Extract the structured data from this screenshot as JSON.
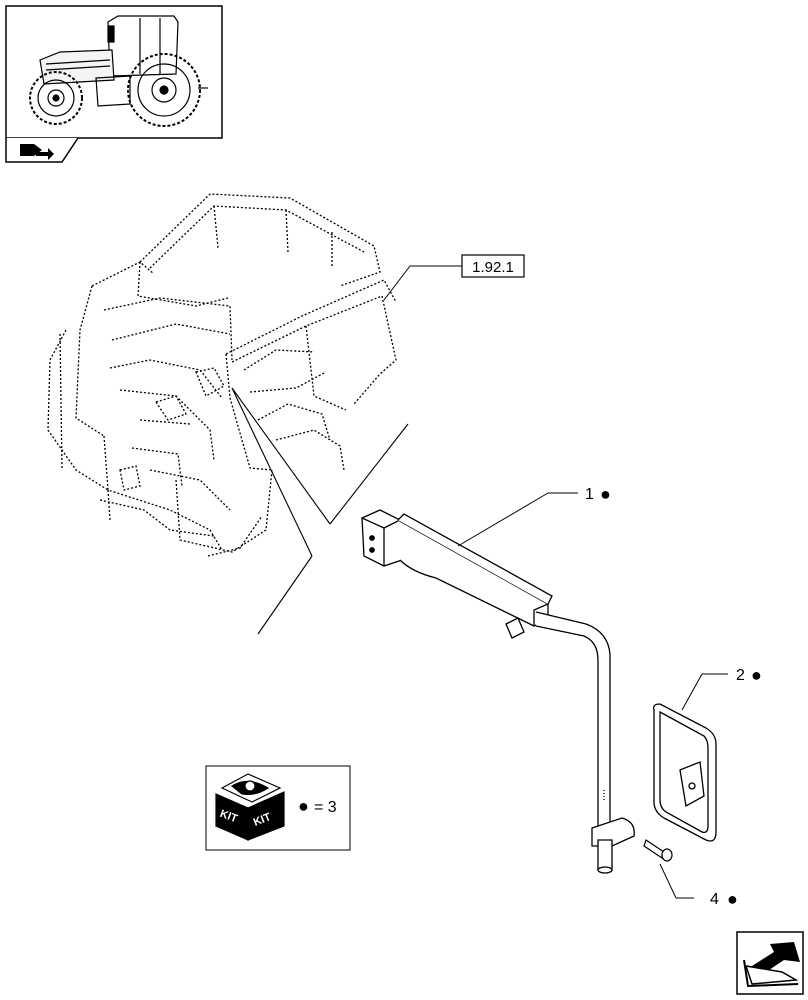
{
  "reference_box": {
    "label": "1.92.1"
  },
  "callouts": [
    {
      "number": "1",
      "marker": "●"
    },
    {
      "number": "2",
      "marker": "●"
    },
    {
      "number": "4",
      "marker": "●"
    }
  ],
  "kit_legend": {
    "badge_left": "KIT",
    "badge_right": "KIT",
    "marker": "●",
    "equals": "= 3"
  },
  "icons": {
    "thumbnail": "tractor-icon",
    "thumbnail_nav": "page-turn-icon",
    "corner_nav": "next-page-arrow-icon"
  },
  "colors": {
    "line": "#000000",
    "background": "#ffffff"
  }
}
